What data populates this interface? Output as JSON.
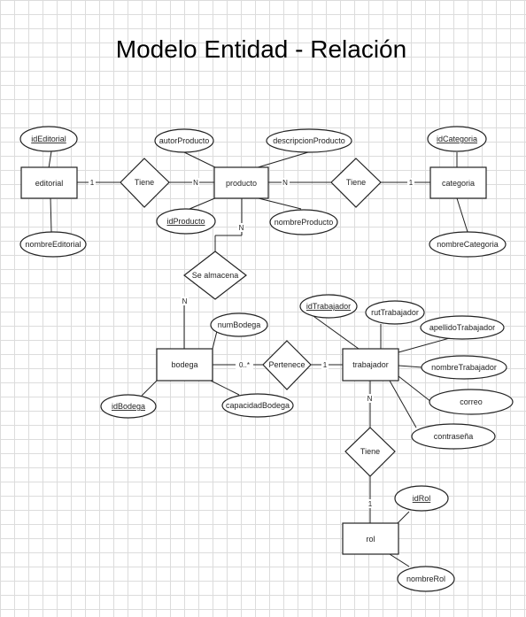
{
  "title": "Modelo Entidad - Relación",
  "entities": {
    "editorial": "editorial",
    "producto": "producto",
    "categoria": "categoria",
    "bodega": "bodega",
    "trabajador": "trabajador",
    "rol": "rol"
  },
  "relationships": {
    "tiene_editorial": "Tiene",
    "tiene_categoria": "Tiene",
    "se_almacena": "Se almacena",
    "pertenece": "Pertenece",
    "tiene_rol": "Tiene"
  },
  "attributes": {
    "idEditorial": "idEditorial",
    "nombreEditorial": "nombreEditorial",
    "autorProducto": "autorProducto",
    "descripcionProducto": "descripcionProducto",
    "idProducto": "idProducto",
    "nombreProducto": "nombreProducto",
    "idCategoria": "idCategoria",
    "nombreCategoria": "nombreCategoria",
    "numBodega": "numBodega",
    "idBodega": "idBodega",
    "capacidadBodega": "capacidadBodega",
    "idTrabajador": "idTrabajador",
    "rutTrabajador": "rutTrabajador",
    "apellidoTrabajador": "apellidoTrabajador",
    "nombreTrabajador": "nombreTrabajador",
    "correo": "correo",
    "contrasena": "contraseña",
    "idRol": "idRol",
    "nombreRol": "nombreRol"
  },
  "cardinalities": {
    "editorial_tiene": "1",
    "tiene_producto": "N",
    "producto_tiene": "N",
    "tiene_categoria": "1",
    "producto_se_almacena": "N",
    "se_almacena_bodega": "N",
    "bodega_pertenece": "0..*",
    "pertenece_trabajador": "1",
    "trabajador_tiene": "N",
    "tiene_rol": "1"
  },
  "colors": {
    "stroke": "#222222",
    "fill": "#ffffff",
    "grid": "#dcdcdc"
  }
}
